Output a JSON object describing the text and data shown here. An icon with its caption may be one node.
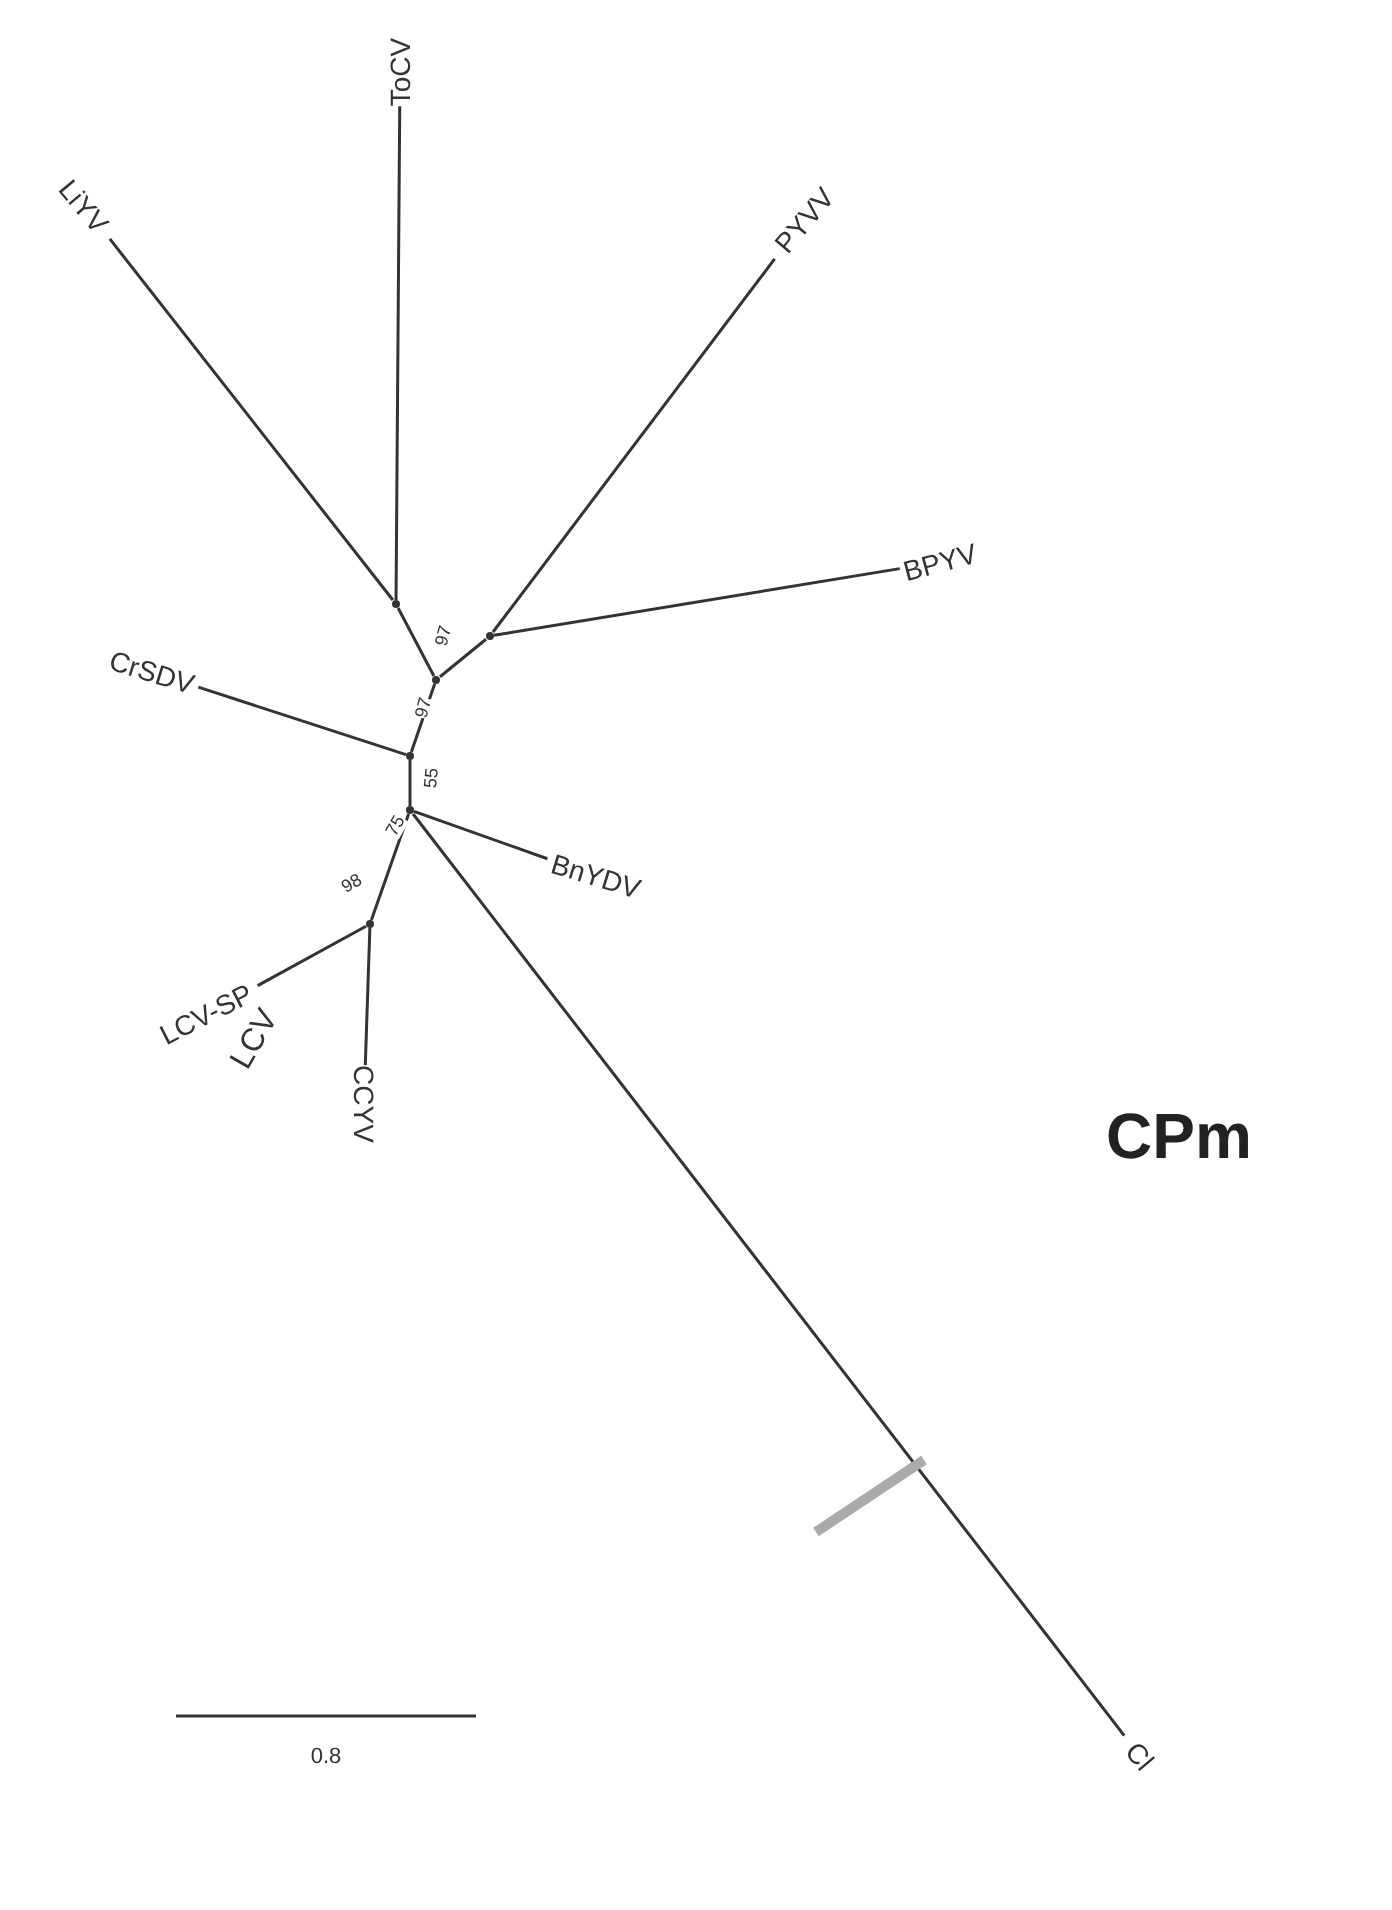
{
  "diagram": {
    "title": "CPm",
    "nodes": [
      {
        "text": [
          "ToCV"
        ]
      },
      {
        "text": [
          "LiYV"
        ]
      },
      {
        "text": [
          "PYVV"
        ]
      },
      {
        "text": [
          "BPYV"
        ]
      },
      {
        "text": [
          "CrSDV"
        ]
      },
      {
        "text": [
          "BnYDV"
        ]
      },
      {
        "text": [
          "LCV-SP"
        ]
      },
      {
        "text": [
          "CCYV"
        ]
      },
      {
        "text": [
          "Cl"
        ]
      },
      {
        "text": [],
        "shape": "dot"
      },
      {
        "text": [],
        "shape": "dot"
      },
      {
        "text": [],
        "shape": "dot"
      },
      {
        "text": [],
        "shape": "dot"
      },
      {
        "text": [],
        "shape": "dot"
      },
      {
        "text": [],
        "shape": "dot"
      }
    ],
    "edges": [
      {
        "from": 9,
        "to": 0,
        "arrow": "none"
      },
      {
        "from": 9,
        "to": 1,
        "arrow": "none"
      },
      {
        "from": 9,
        "to": 10,
        "arrow": "none"
      },
      {
        "from": 10,
        "to": 11,
        "arrow": "none"
      },
      {
        "from": 11,
        "to": 2,
        "arrow": "none"
      },
      {
        "from": 11,
        "to": 3,
        "arrow": "none"
      },
      {
        "from": 10,
        "to": 12,
        "arrow": "none"
      },
      {
        "from": 12,
        "to": 4,
        "arrow": "none"
      },
      {
        "from": 12,
        "to": 13,
        "arrow": "none"
      },
      {
        "from": 13,
        "to": 5,
        "arrow": "none"
      },
      {
        "from": 13,
        "to": 14,
        "arrow": "none"
      },
      {
        "from": 13,
        "to": 8,
        "arrow": "none"
      },
      {
        "from": 14,
        "to": 6,
        "arrow": "none"
      },
      {
        "from": 14,
        "to": 7,
        "arrow": "none"
      }
    ],
    "labels": [
      "97",
      "97",
      "55",
      "75",
      "98",
      "LCV",
      "0.8"
    ]
  }
}
